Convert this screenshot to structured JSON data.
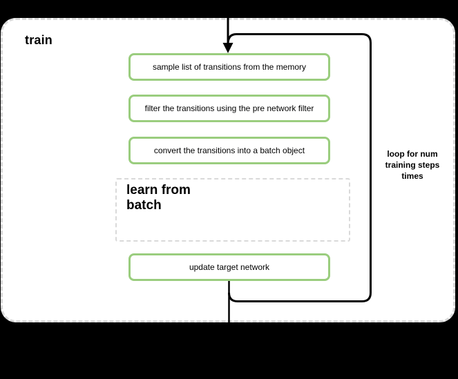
{
  "diagram": {
    "title": "train",
    "steps": [
      "sample list of transitions from the memory",
      "filter the transitions using the pre network filter",
      "convert the transitions into a batch object"
    ],
    "subprocess": {
      "label_line1": "learn from",
      "label_line2": "batch"
    },
    "final_step": "update target network",
    "loop_annotation": {
      "line1": "loop for num",
      "line2": "training steps",
      "line3": "times"
    },
    "colors": {
      "background": "#000000",
      "surface": "#ffffff",
      "step_border": "#9acd7e",
      "dashed_border": "#d9d9d9",
      "connector": "#000000"
    }
  }
}
